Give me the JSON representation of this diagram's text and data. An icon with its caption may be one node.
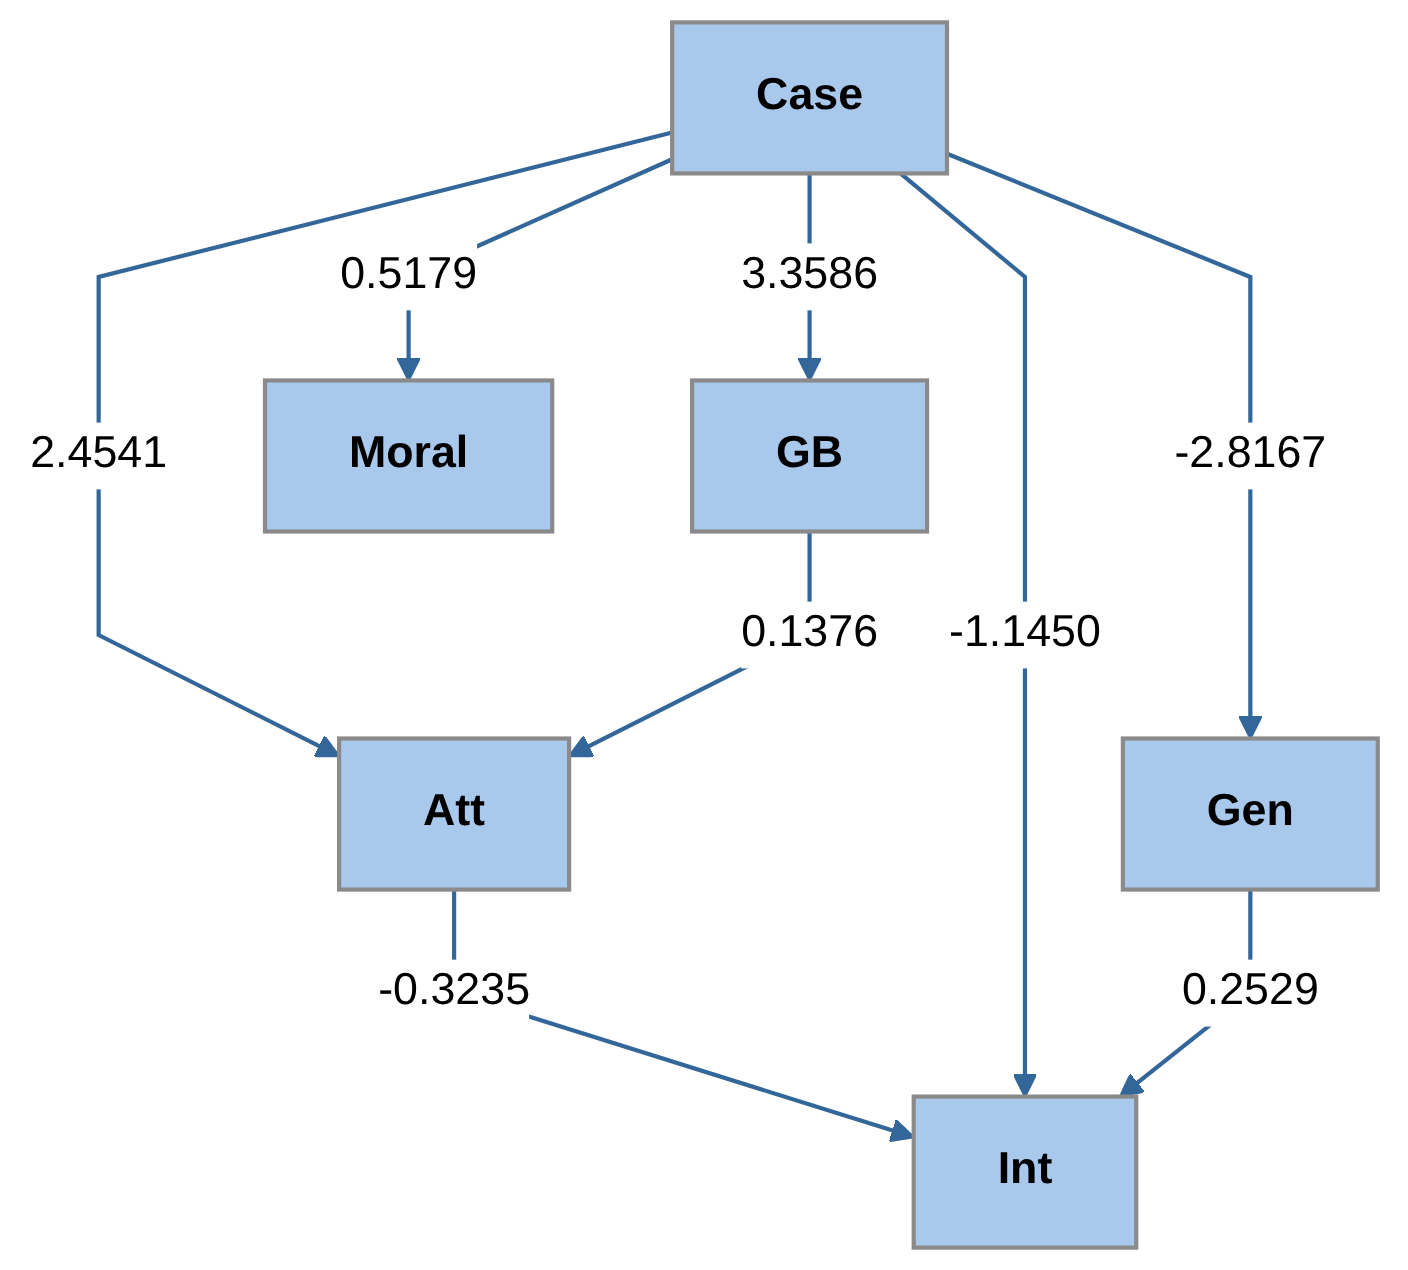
{
  "diagram": {
    "nodes": [
      {
        "text": [
          "Att"
        ]
      },
      {
        "text": [
          "Int"
        ]
      },
      {
        "text": [
          "Case"
        ]
      },
      {
        "text": [
          "GB"
        ]
      },
      {
        "text": [
          "Moral"
        ]
      },
      {
        "text": [
          "Gen"
        ]
      }
    ],
    "edges": [
      {
        "from": 0,
        "to": 1,
        "arrow": "to",
        "label": "-0.3235"
      },
      {
        "from": 2,
        "to": 0,
        "arrow": "to",
        "label": "2.4541"
      },
      {
        "from": 3,
        "to": 0,
        "arrow": "to",
        "label": "0.1376"
      },
      {
        "from": 2,
        "to": 3,
        "arrow": "to",
        "label": "3.3586"
      },
      {
        "from": 2,
        "to": 1,
        "arrow": "to",
        "label": "-1.1450"
      },
      {
        "from": 2,
        "to": 4,
        "arrow": "to",
        "label": "0.5179"
      },
      {
        "from": 2,
        "to": 5,
        "arrow": "to",
        "label": "-2.8167"
      },
      {
        "from": 5,
        "to": 1,
        "arrow": "to",
        "label": "0.2529"
      }
    ]
  }
}
